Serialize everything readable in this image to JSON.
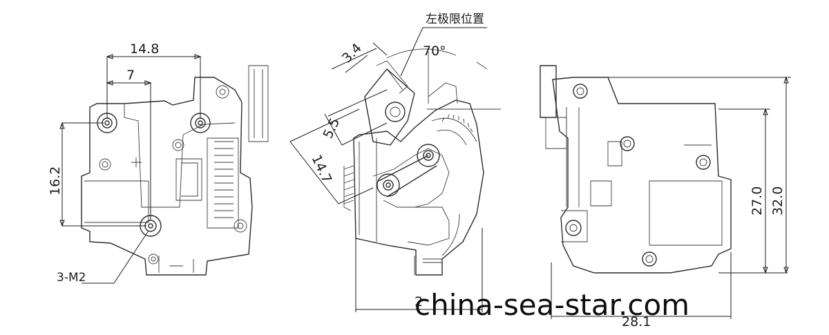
{
  "dimensions": {
    "left_width_total": "14.8",
    "left_width_partial": "7",
    "left_height": "16.2",
    "left_screw_note": "3-M2",
    "mid_tip_width": "3.4",
    "mid_angle": "70°",
    "mid_slot_width": "5.5",
    "mid_arm_length": "14.7",
    "mid_bottom_width": "2",
    "right_height_inner": "27.0",
    "right_height_total": "32.0",
    "right_bottom_width": "28.1"
  },
  "annotation": {
    "left_limit_position": "左极限位置"
  },
  "watermark": "china-sea-star.com"
}
